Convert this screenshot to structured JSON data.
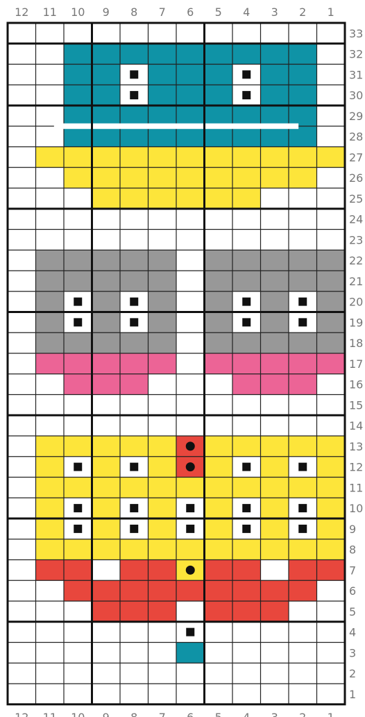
{
  "chart_data": {
    "type": "knitting-chart",
    "columns": 12,
    "rows": 33,
    "column_labels": [
      "12",
      "11",
      "10",
      "9",
      "8",
      "7",
      "6",
      "5",
      "4",
      "3",
      "2",
      "1"
    ],
    "row_labels": [
      "33",
      "32",
      "31",
      "30",
      "29",
      "28",
      "27",
      "26",
      "25",
      "24",
      "23",
      "22",
      "21",
      "20",
      "19",
      "18",
      "17",
      "16",
      "15",
      "14",
      "13",
      "12",
      "11",
      "10",
      "9",
      "8",
      "7",
      "6",
      "5",
      "4",
      "3",
      "2",
      "1"
    ],
    "palette": {
      "W": "#ffffff",
      "T": "#0f93a6",
      "Y": "#fde53a",
      "G": "#989898",
      "P": "#ec6496",
      "R": "#e8473d"
    },
    "grid_top_to_bottom": [
      "WWWWWWWWWWWW",
      "WWTTTTTTTTTW",
      "WWTTWTTTWTTW",
      "WWTTWTTTWTTW",
      "WWTTTTTTTTTW",
      "WWTTTTTTTTTW",
      "WYYYYYYYYYYY",
      "WWYYYYYYYYYW",
      "WWWYYYYYYWWW",
      "WWWWWWWWWWWW",
      "WWWWWWWWWWWW",
      "WGGGGGWGGGGG",
      "WGGGGGWGGGGG",
      "WGWGWGWGWGWG",
      "WGWGWGWGWGWG",
      "WGGGGGWGGGGG",
      "WPPPPPWPPPPP",
      "WWPPPWWWPPPW",
      "WWWWWWWWWWWW",
      "WWWWWWWWWWWW",
      "WYYYYYRYYYYY",
      "WYWYWYRYWYWY",
      "WYYYYYYYYYYY",
      "WYWYWYWYWYWY",
      "WYWYWYWYWYWY",
      "WYYYYYYYYYYY",
      "WRRWRRYRRWRR",
      "WWRRRRRRRRRW",
      "WWWRRRWRRRWW",
      "WWWWWWWWWWWW",
      "WWWWWWTWWWWW",
      "WWWWWWWWWWWW",
      "WWWWWWWWWWWW"
    ],
    "square_symbols": [
      {
        "row": 31,
        "col": 8
      },
      {
        "row": 31,
        "col": 4
      },
      {
        "row": 30,
        "col": 8
      },
      {
        "row": 30,
        "col": 4
      },
      {
        "row": 20,
        "col": 10
      },
      {
        "row": 20,
        "col": 8
      },
      {
        "row": 20,
        "col": 4
      },
      {
        "row": 20,
        "col": 2
      },
      {
        "row": 19,
        "col": 10
      },
      {
        "row": 19,
        "col": 8
      },
      {
        "row": 19,
        "col": 4
      },
      {
        "row": 19,
        "col": 2
      },
      {
        "row": 12,
        "col": 10
      },
      {
        "row": 12,
        "col": 8
      },
      {
        "row": 12,
        "col": 4
      },
      {
        "row": 12,
        "col": 2
      },
      {
        "row": 10,
        "col": 10
      },
      {
        "row": 10,
        "col": 8
      },
      {
        "row": 10,
        "col": 6
      },
      {
        "row": 10,
        "col": 4
      },
      {
        "row": 10,
        "col": 2
      },
      {
        "row": 9,
        "col": 10
      },
      {
        "row": 9,
        "col": 8
      },
      {
        "row": 9,
        "col": 6
      },
      {
        "row": 9,
        "col": 4
      },
      {
        "row": 9,
        "col": 2
      },
      {
        "row": 4,
        "col": 6
      }
    ],
    "dot_symbols": [
      {
        "row": 13,
        "col": 6
      },
      {
        "row": 12,
        "col": 6
      },
      {
        "row": 7,
        "col": 6
      }
    ],
    "thick_row_lines_below_row": [
      33,
      30,
      25,
      20,
      15,
      10,
      5
    ],
    "thick_column_lines_right_of_col": [
      10,
      6
    ],
    "row_gap_below_row": 29,
    "grid_lines": true
  }
}
